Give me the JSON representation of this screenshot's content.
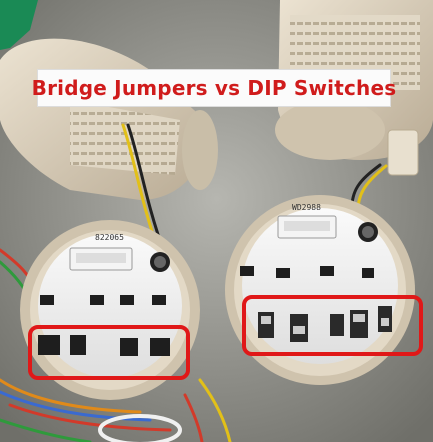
{
  "title": "Bridge Jumpers vs DIP Switches",
  "left_board": {
    "label": "822065"
  },
  "right_board": {
    "label": "WD2988"
  },
  "colors": {
    "title_text": "#d01c1c",
    "highlight_box": "#e01818",
    "background_wall": "#8c8c86",
    "housing": "#d8cbb4",
    "pcb": "#f2f2f0",
    "component": "#1e1e1e"
  }
}
